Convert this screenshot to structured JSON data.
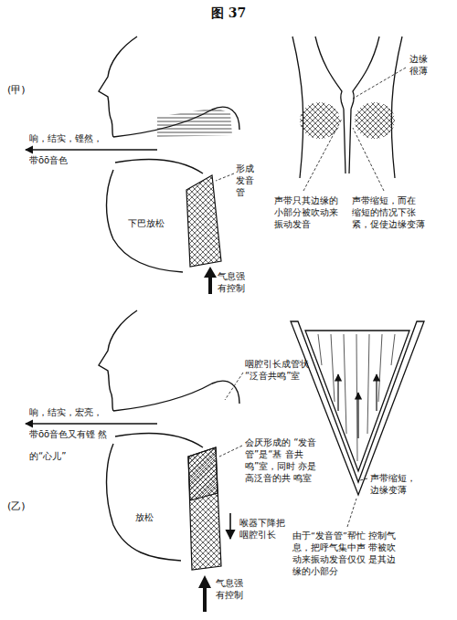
{
  "diagram": {
    "title": "图 37",
    "labels": [
      "(甲)",
      "响，结实，铿然， 带ōō音色",
      "形成发音管",
      "下巴放松",
      "气息强 有控制",
      "边缘 很薄",
      "声带只其边缘的 小部分被吹动来 振动发音",
      "声带缩短，而在 缩短的情况下张 紧，促使边缘变薄",
      "(乙)",
      "响，结实，宏亮， 带ōō音色又有铿 然的“心儿”",
      "咽腔引长成管状 “泛音共鸣”室",
      "会厌形成的 “发音管”是“基 音共鸣”室，同时 亦是高泛音的共 鸣室",
      "放松",
      "喉器下降把 咽腔引长",
      "气息强 有控制",
      "声带缩短， 边缘变薄",
      "由于“发音管”帮忙 控制气息，把呼气集中声 带被吹动来振动发音仅仅 是其边缘的小部分"
    ]
  }
}
